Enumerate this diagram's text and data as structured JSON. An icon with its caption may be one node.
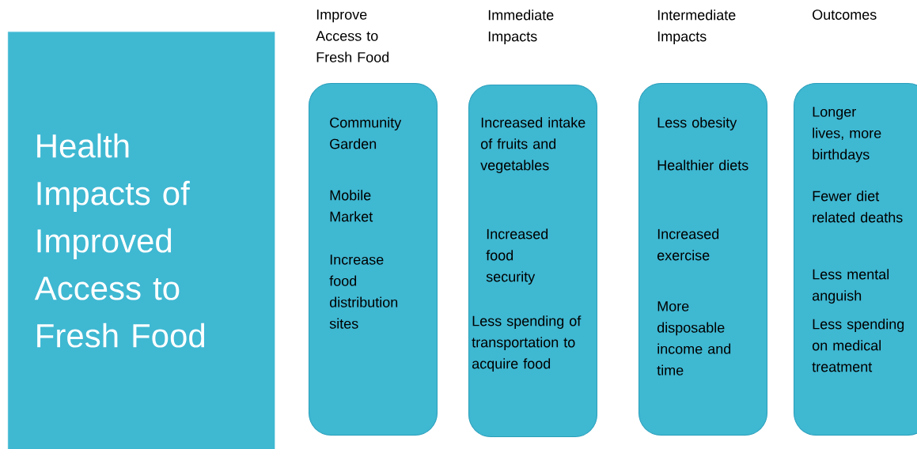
{
  "diagram": {
    "nodes": [
      {
        "text": [
          "Health Impacts of Improved Access to Fresh Food"
        ]
      },
      {
        "text": [
          "Improve Access to Fresh Food",
          "Community Garden",
          "Mobile Market",
          "Increase food distribution sites"
        ]
      },
      {
        "text": [
          "Immediate Impacts",
          "Increased intake of fruits and vegetables",
          "Increased food security",
          "Less spending of transportation to acquire food"
        ]
      },
      {
        "text": [
          "Intermediate Impacts",
          "Less obesity",
          "Healthier diets",
          "Increased exercise",
          "More disposable income and time"
        ]
      },
      {
        "text": [
          "Outcomes",
          "Longer lives, more birthdays",
          "Fewer diet related deaths",
          "Less mental anguish",
          "Less spending on medical treatment"
        ]
      }
    ]
  }
}
